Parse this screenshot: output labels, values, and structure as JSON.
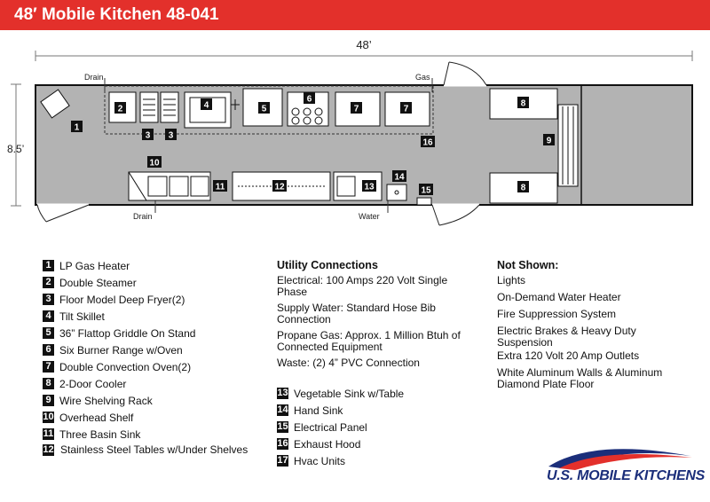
{
  "header": {
    "title": "48′ Mobile Kitchen 48-041",
    "color": "#e3302b"
  },
  "plan": {
    "length_label": "48’",
    "width_label": "8.5’",
    "labels": {
      "drain_top": "Drain",
      "gas": "Gas",
      "drain_bottom": "Drain",
      "water": "Water"
    },
    "numbers": [
      "1",
      "2",
      "3",
      "3",
      "4",
      "5",
      "6",
      "7",
      "7",
      "8",
      "8",
      "9",
      "10",
      "11",
      "12",
      "13",
      "14",
      "15",
      "16"
    ]
  },
  "legend": [
    {
      "num": "1",
      "text": "LP Gas Heater"
    },
    {
      "num": "2",
      "text": "Double Steamer"
    },
    {
      "num": "3",
      "text": "Floor Model Deep Fryer(2)"
    },
    {
      "num": "4",
      "text": "Tilt Skillet"
    },
    {
      "num": "5",
      "text": "36” Flattop Griddle On Stand"
    },
    {
      "num": "6",
      "text": "Six Burner Range w/Oven"
    },
    {
      "num": "7",
      "text": "Double Convection Oven(2)"
    },
    {
      "num": "8",
      "text": "2-Door Cooler"
    },
    {
      "num": "9",
      "text": "Wire Shelving Rack"
    },
    {
      "num": "10",
      "text": "Overhead Shelf"
    },
    {
      "num": "11",
      "text": "Three Basin Sink"
    },
    {
      "num": "12",
      "text": "Stainless Steel Tables w/Under Shelves"
    }
  ],
  "legend2": [
    {
      "num": "13",
      "text": "Vegetable Sink w/Table"
    },
    {
      "num": "14",
      "text": "Hand Sink"
    },
    {
      "num": "15",
      "text": "Electrical Panel"
    },
    {
      "num": "16",
      "text": "Exhaust Hood"
    },
    {
      "num": "17",
      "text": "Hvac Units"
    }
  ],
  "utilities": {
    "title": "Utility Connections",
    "items": [
      "Electrical: 100 Amps 220 Volt Single Phase",
      "Supply Water: Standard Hose Bib Connection",
      "Propane Gas: Approx. 1 Million Btuh of Connected Equipment",
      "Waste: (2) 4” PVC Connection"
    ]
  },
  "not_shown": {
    "title": "Not Shown:",
    "items": [
      "Lights",
      "On-Demand Water Heater",
      "Fire Suppression System",
      "Electric Brakes & Heavy Duty Suspension",
      "Extra 120 Volt 20 Amp Outlets",
      "White Aluminum Walls & Aluminum Diamond Plate Floor"
    ]
  },
  "logo": {
    "text": "U.S. MOBILE KITCHENS",
    "colors": {
      "red": "#e3302b",
      "blue": "#1b2e7a"
    }
  }
}
